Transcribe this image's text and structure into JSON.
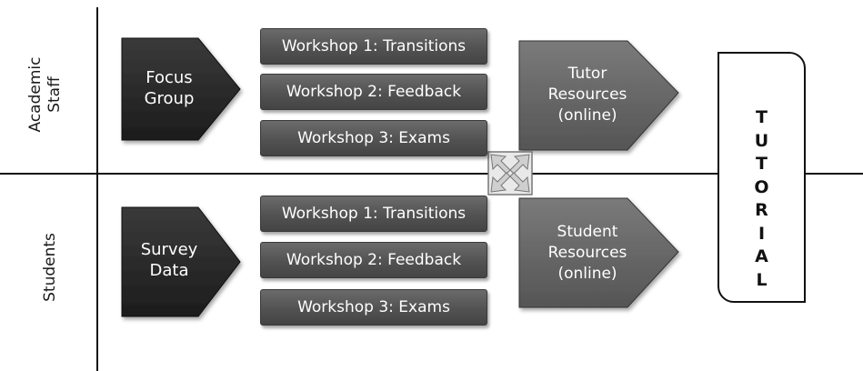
{
  "rows": {
    "top_label_line1": "Academic",
    "top_label_line2": "Staff",
    "bottom_label": "Students"
  },
  "sources": {
    "top": [
      "Focus",
      "Group"
    ],
    "bottom": [
      "Survey",
      "Data"
    ]
  },
  "workshops_top": [
    "Workshop 1: Transitions",
    "Workshop 2: Feedback",
    "Workshop 3: Exams"
  ],
  "workshops_bottom": [
    "Workshop 1: Transitions",
    "Workshop 2: Feedback",
    "Workshop 3: Exams"
  ],
  "resources": {
    "top": [
      "Tutor",
      "Resources",
      "(online)"
    ],
    "bottom": [
      "Student",
      "Resources",
      "(online)"
    ]
  },
  "tutorial_letters": [
    "T",
    "U",
    "T",
    "O",
    "R",
    "I",
    "A",
    "L"
  ],
  "colors": {
    "dark_chevron": "#2b2b2b",
    "grey_chevron": "#6a6a6a",
    "workshop_box": "#555555",
    "lines": "#111111"
  },
  "icons": {
    "center": "four-way-arrows-icon"
  }
}
